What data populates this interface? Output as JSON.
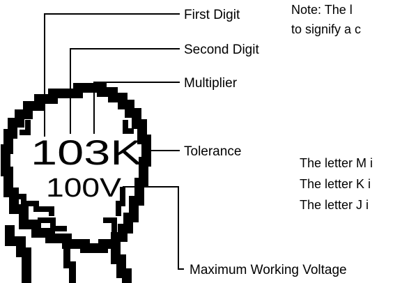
{
  "capacitor": {
    "code": "103K",
    "voltage": "100V"
  },
  "labels": {
    "first_digit": "First Digit",
    "second_digit": "Second Digit",
    "multiplier": "Multiplier",
    "tolerance": "Tolerance",
    "max_voltage": "Maximum Working Voltage"
  },
  "note": {
    "line1": "Note:  The l",
    "line2": "to signify a c"
  },
  "tolerance_notes": {
    "m": "The letter M i",
    "k": "The letter K i",
    "j": "The letter J i"
  }
}
